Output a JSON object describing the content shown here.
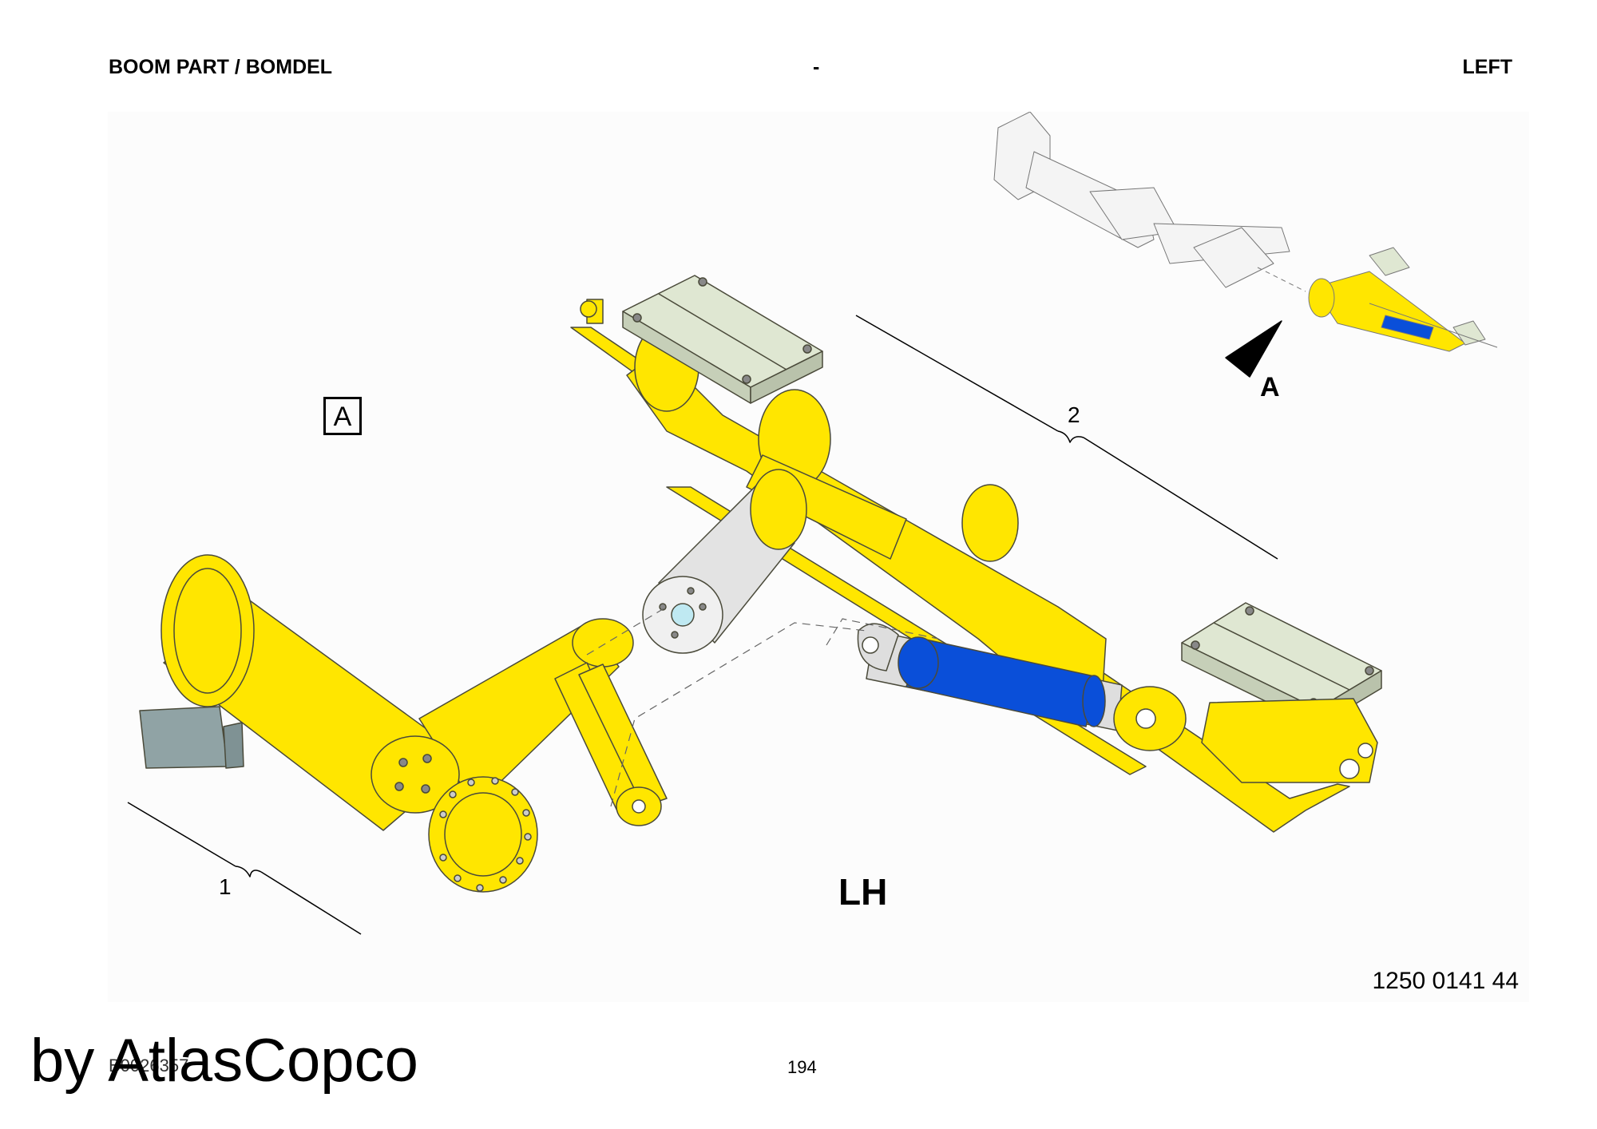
{
  "header": {
    "title": "BOOM PART / BOMDEL",
    "separator": "-",
    "side": "LEFT"
  },
  "drawing": {
    "callouts": [
      "1",
      "2"
    ],
    "view_label": "A",
    "view_arrow_label": "A",
    "orientation_label": "LH",
    "drawing_number": "1250 0141 44"
  },
  "footer": {
    "watermark": "by AtlasCopco",
    "doc_code": "B0026357",
    "page_number": "194"
  },
  "colors": {
    "part_yellow": "#ffe600",
    "cylinder_blue": "#0a4fd9",
    "chrome_grey": "#e3e3e3",
    "pad_green": "#dfe7d2",
    "bracket_grey": "#90a3a5",
    "outline": "#4a4a3a"
  }
}
